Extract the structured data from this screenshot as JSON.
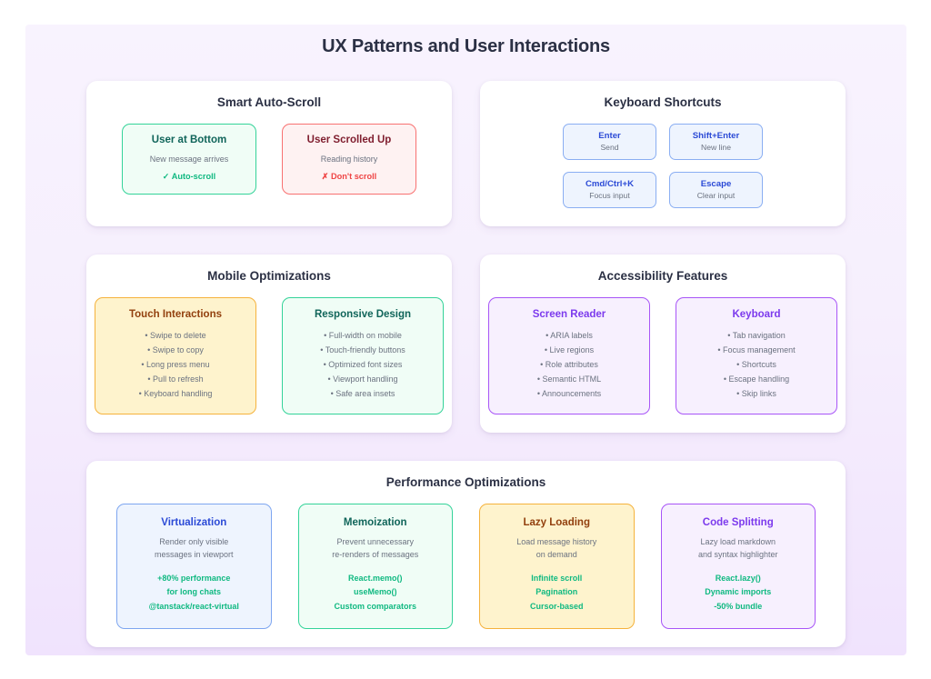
{
  "page": {
    "title": "UX Patterns and User Interactions"
  },
  "panels": {
    "auto_scroll": {
      "title": "Smart Auto-Scroll",
      "cards": [
        {
          "title": "User at Bottom",
          "sub": "New message arrives",
          "result": "✓ Auto-scroll",
          "theme": "green"
        },
        {
          "title": "User Scrolled Up",
          "sub": "Reading history",
          "result": "✗ Don't scroll",
          "theme": "red"
        }
      ]
    },
    "keyboard_shortcuts": {
      "title": "Keyboard Shortcuts",
      "keys": [
        {
          "combo": "Enter",
          "desc": "Send"
        },
        {
          "combo": "Shift+Enter",
          "desc": "New line"
        },
        {
          "combo": "Cmd/Ctrl+K",
          "desc": "Focus input"
        },
        {
          "combo": "Escape",
          "desc": "Clear input"
        }
      ]
    },
    "mobile": {
      "title": "Mobile Optimizations",
      "cards": [
        {
          "title": "Touch Interactions",
          "theme": "amber",
          "items": [
            "• Swipe to delete",
            "• Swipe to copy",
            "• Long press menu",
            "• Pull to refresh",
            "• Keyboard handling"
          ]
        },
        {
          "title": "Responsive Design",
          "theme": "mint",
          "items": [
            "• Full-width on mobile",
            "• Touch-friendly buttons",
            "• Optimized font sizes",
            "• Viewport handling",
            "• Safe area insets"
          ]
        }
      ]
    },
    "accessibility": {
      "title": "Accessibility Features",
      "cards": [
        {
          "title": "Screen Reader",
          "theme": "purple",
          "items": [
            "• ARIA labels",
            "• Live regions",
            "• Role attributes",
            "• Semantic HTML",
            "• Announcements"
          ]
        },
        {
          "title": "Keyboard",
          "theme": "purple",
          "items": [
            "• Tab navigation",
            "• Focus management",
            "• Shortcuts",
            "• Escape handling",
            "• Skip links"
          ]
        }
      ]
    },
    "performance": {
      "title": "Performance Optimizations",
      "cards": [
        {
          "title": "Virtualization",
          "theme": "blue",
          "desc": [
            "Render only visible",
            "messages in viewport"
          ],
          "metrics": [
            "+80% performance",
            "for long chats",
            "@tanstack/react-virtual"
          ]
        },
        {
          "title": "Memoization",
          "theme": "mint",
          "desc": [
            "Prevent unnecessary",
            "re-renders of messages"
          ],
          "metrics": [
            "React.memo()",
            "useMemo()",
            "Custom comparators"
          ]
        },
        {
          "title": "Lazy Loading",
          "theme": "amber",
          "desc": [
            "Load message history",
            "on demand"
          ],
          "metrics": [
            "Infinite scroll",
            "Pagination",
            "Cursor-based"
          ]
        },
        {
          "title": "Code Splitting",
          "theme": "purple",
          "desc": [
            "Lazy load markdown",
            "and syntax highlighter"
          ],
          "metrics": [
            "React.lazy()",
            "Dynamic imports",
            "-50% bundle"
          ]
        }
      ]
    }
  },
  "colors": {
    "background": "#f6effd",
    "title": "#2b3044",
    "green": "#10b981",
    "red": "#ef4444",
    "amber": "#f5b23c",
    "purple": "#a855f7",
    "blue": "#7ea6f0",
    "muted": "#6b7280"
  }
}
